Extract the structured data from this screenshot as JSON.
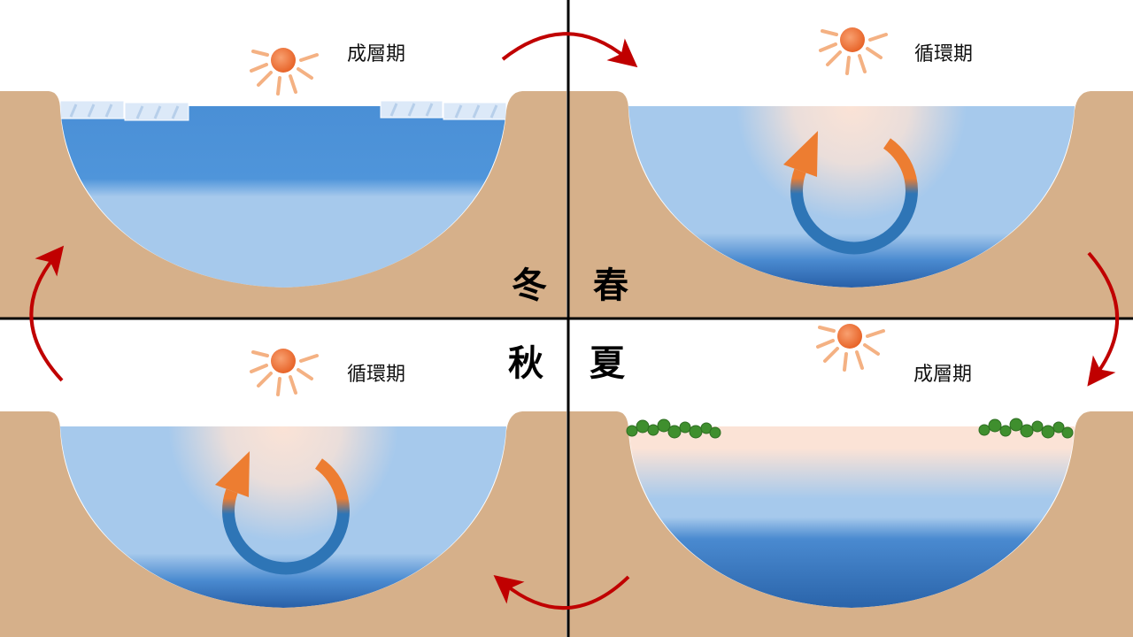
{
  "title": "Lake seasonal circulation",
  "colors": {
    "land": "#D6B08A",
    "red_arrow": "#C00000",
    "orange": "#ED7D31",
    "blue": "#2E75B6",
    "divider": "#000000"
  },
  "quadrants": {
    "winter": {
      "season": "冬",
      "phase": "成層期"
    },
    "spring": {
      "season": "春",
      "phase": "循環期"
    },
    "autumn": {
      "season": "秋",
      "phase": "循環期"
    },
    "summer": {
      "season": "夏",
      "phase": "成層期"
    }
  },
  "icons": [
    "sun-icon",
    "circulation-arrow-icon",
    "cycle-arrow-icon",
    "ice-icon",
    "aquatic-plants-icon"
  ]
}
